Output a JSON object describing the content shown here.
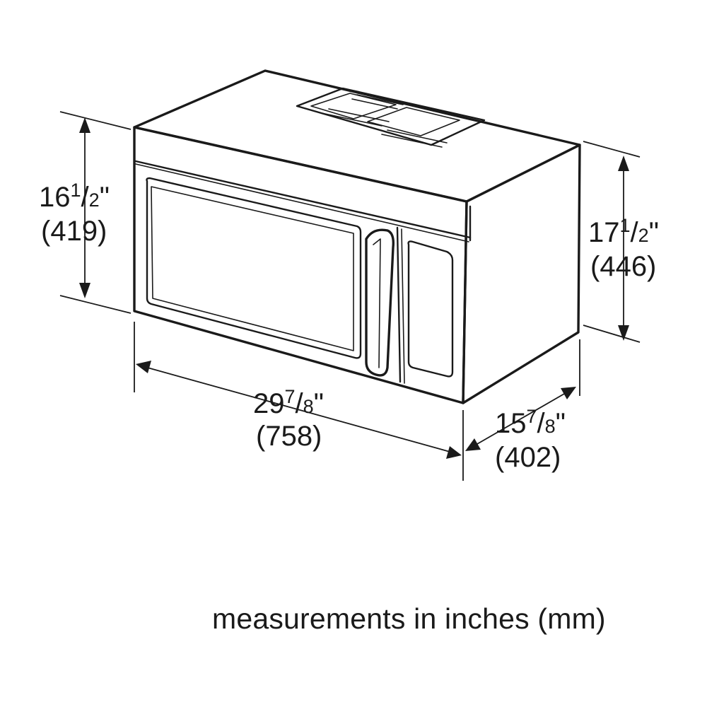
{
  "dimensions": {
    "height_front": {
      "whole": "16",
      "num": "1",
      "den": "2",
      "unit": "\"",
      "mm": "(419)"
    },
    "height_back": {
      "whole": "17",
      "num": "1",
      "den": "2",
      "unit": "\"",
      "mm": "(446)"
    },
    "width": {
      "whole": "29",
      "num": "7",
      "den": "8",
      "unit": "\"",
      "mm": "(758)"
    },
    "depth": {
      "whole": "15",
      "num": "7",
      "den": "8",
      "unit": "\"",
      "mm": "(402)"
    }
  },
  "caption": "measurements in inches (mm)"
}
